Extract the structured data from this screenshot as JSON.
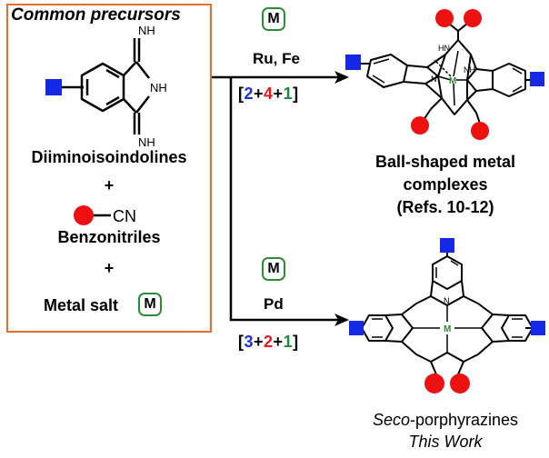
{
  "precursors": {
    "title": "Common precursors",
    "diiminoisoindolines": "Diiminoisoindolines",
    "plus1": "+",
    "cn_group": "CN",
    "benzonitriles": "Benzonitriles",
    "plus2": "+",
    "metal_salt": "Metal salt",
    "metal_symbol": "M",
    "struct_labels": {
      "nh_top": "NH",
      "nh_mid": "NH",
      "nh_bottom": "NH"
    }
  },
  "route_top": {
    "metal_symbol": "M",
    "metals": "Ru, Fe",
    "ratio": {
      "open": "[",
      "a": "2",
      "p1": "+",
      "b": "4",
      "p2": "+",
      "c": "1",
      "close": "]"
    },
    "product_line1": "Ball-shaped metal",
    "product_line2": "complexes",
    "product_refs": "(Refs. 10-12)",
    "atom_labels": {
      "m": "M",
      "n": "N",
      "nh": "NH",
      "hn": "HN"
    }
  },
  "route_bottom": {
    "metal_symbol": "M",
    "metal": "Pd",
    "ratio": {
      "open": "[",
      "a": "3",
      "p1": "+",
      "b": "2",
      "p2": "+",
      "c": "1",
      "close": "]"
    },
    "product_prefix": "Seco",
    "product_suffix": "-porphyrazines",
    "product_note": "This Work",
    "atom_labels": {
      "m": "M",
      "n": "N"
    }
  },
  "colors": {
    "box_border": "#e2702a",
    "badge_border": "#2e8b3a",
    "blue_square": "#1428e6",
    "red_ball": "#ee1111",
    "ratio_blue": "#1a32d6",
    "ratio_red": "#e21b1b",
    "ratio_green": "#1d8a3a",
    "metal_green": "#2e8b3a"
  }
}
